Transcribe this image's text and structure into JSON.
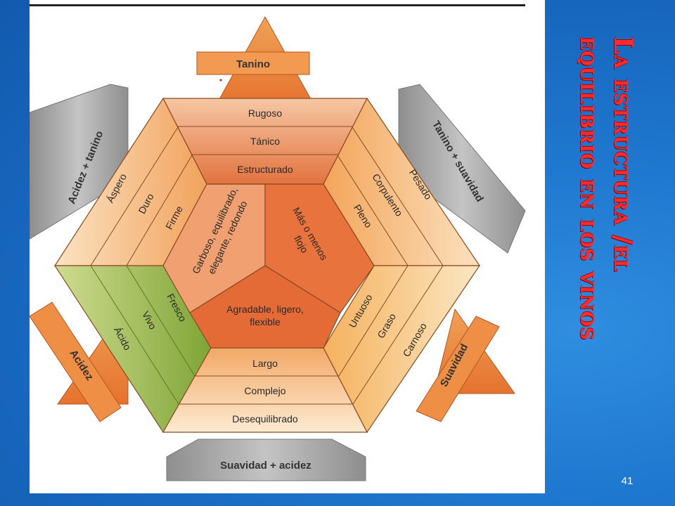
{
  "slide": {
    "title_line1": "La estructura /el",
    "title_line2": "equilibrio en los vinos",
    "number": "41"
  },
  "colors": {
    "background_blue": "#1f78cf",
    "title_red": "#ff2b2b",
    "orange_dark": "#e8743a",
    "orange_light": "#f7c69a",
    "green": "#8fb140",
    "gray_arrow": "#a9a9a9"
  },
  "diagram": {
    "arrows": {
      "tanino": "Tanino",
      "acidez": "Acidez",
      "suavidad": "Suavidad",
      "acidez_tanino": "Acidez + tanino",
      "tanino_suavidad": "Tanino + suavidad",
      "suavidad_acidez": "Suavidad + acidez"
    },
    "top_band": [
      "Rugoso",
      "Tánico",
      "Estructurado"
    ],
    "upper_left_band": [
      "Áspero",
      "Duro",
      "Firme"
    ],
    "upper_right_band": [
      "Pesado",
      "Corpulento",
      "Pleno"
    ],
    "lower_left_band": [
      "Ácido",
      "Vivo",
      "Fresco"
    ],
    "lower_right_band": [
      "Carnoso",
      "Graso",
      "Untuoso"
    ],
    "bottom_band": [
      "Largo",
      "Complejo",
      "Desequilibrado"
    ],
    "center": {
      "left": [
        "Garboso, equilibrado,",
        "elegante, redondo"
      ],
      "right": [
        "Más o menos",
        "flojo"
      ],
      "bottom": [
        "Agradable, ligero,",
        "flexible"
      ]
    }
  }
}
